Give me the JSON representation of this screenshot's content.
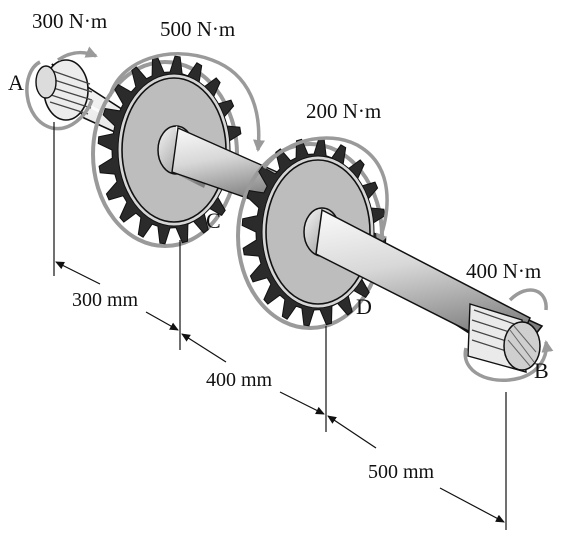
{
  "torques": {
    "A": "300 N·m",
    "C": "500 N·m",
    "D": "200 N·m",
    "B": "400 N·m"
  },
  "points": {
    "A": "A",
    "B": "B",
    "C": "C",
    "D": "D"
  },
  "dimensions": {
    "AC": "300 mm",
    "CD": "400 mm",
    "DB": "500 mm"
  },
  "colors": {
    "shaft_light": "#f2f2f2",
    "shaft_dark": "#8a8a8a",
    "gear_face": "#b9b9b9",
    "gear_dark": "#2b2b2b",
    "arrow": "#9a9a9a",
    "line": "#111111"
  }
}
